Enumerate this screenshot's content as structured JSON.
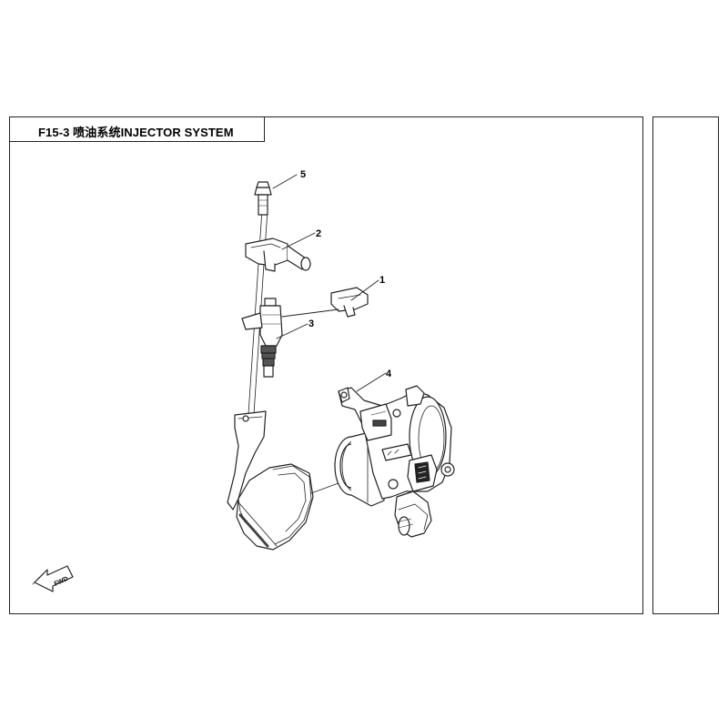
{
  "page": {
    "title": "F15-3  喷油系统INJECTOR SYSTEM"
  },
  "callouts": [
    {
      "number": "1",
      "part": "injector-clip"
    },
    {
      "number": "2",
      "part": "fuel-rail-cap"
    },
    {
      "number": "3",
      "part": "fuel-injector"
    },
    {
      "number": "4",
      "part": "throttle-body"
    },
    {
      "number": "5",
      "part": "bolt"
    }
  ],
  "direction_marker": {
    "label": "FWD"
  },
  "colors": {
    "line": "#222222",
    "paper": "#ffffff",
    "shade": "#888888"
  }
}
